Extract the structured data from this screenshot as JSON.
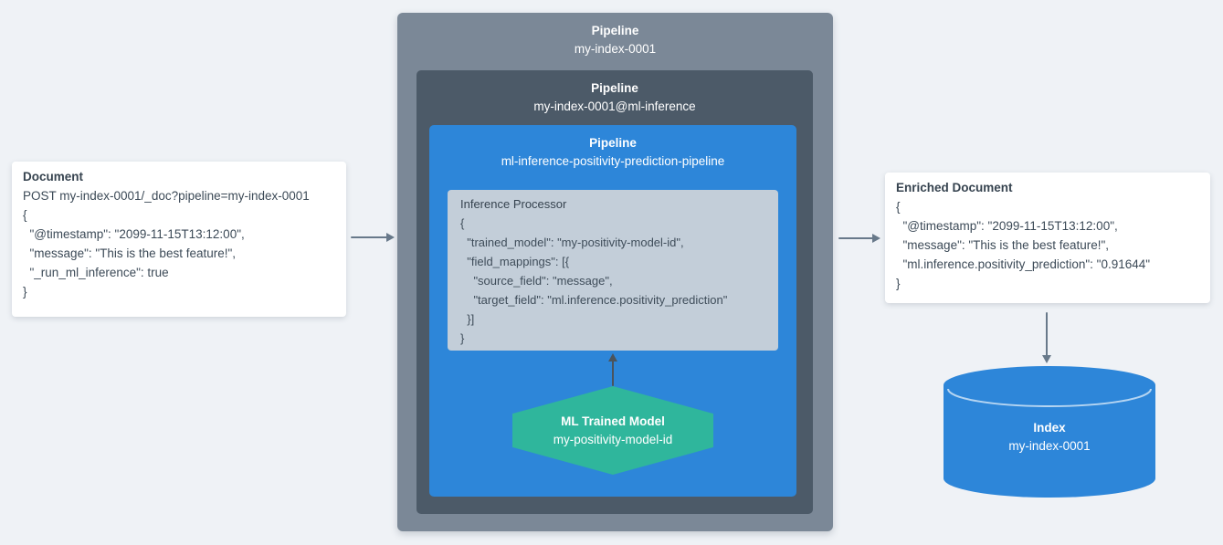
{
  "document_card": {
    "title": "Document",
    "code_lines": [
      "POST my-index-0001/_doc?pipeline=my-index-0001",
      "{",
      "  \"@timestamp\": \"2099-11-15T13:12:00\",",
      "  \"message\": \"This is the best feature!\",",
      "  \"_run_ml_inference\": true",
      "}"
    ]
  },
  "pipeline_outer": {
    "label": "Pipeline",
    "name": "my-index-0001"
  },
  "pipeline_ml_inference": {
    "label": "Pipeline",
    "name": "my-index-0001@ml-inference"
  },
  "pipeline_prediction": {
    "label": "Pipeline",
    "name": "ml-inference-positivity-prediction-pipeline"
  },
  "inference_processor": {
    "title": "Inference Processor",
    "code_lines": [
      "{",
      "  \"trained_model\": \"my-positivity-model-id\",",
      "  \"field_mappings\": [{",
      "    \"source_field\": \"message\",",
      "    \"target_field\": \"ml.inference.positivity_prediction\"",
      "  }]",
      "}"
    ]
  },
  "ml_trained_model": {
    "title": "ML Trained Model",
    "name": "my-positivity-model-id"
  },
  "enriched_document_card": {
    "title": "Enriched Document",
    "code_lines": [
      "{",
      "  \"@timestamp\": \"2099-11-15T13:12:00\",",
      "  \"message\": \"This is the best feature!\",",
      "  \"ml.inference.positivity_prediction\": \"0.91644\"",
      "}"
    ]
  },
  "index_store": {
    "title": "Index",
    "name": "my-index-0001"
  },
  "colors": {
    "background": "#eff2f6",
    "card_background": "#ffffff",
    "card_text": "#3c4a57",
    "pipeline_outer": "#7b8897",
    "pipeline_inner": "#4c5a68",
    "pipeline_blue": "#2d86d9",
    "processor_panel": "#c3ced9",
    "model_hexagon": "#2fb69c",
    "index_cylinder": "#2d86d9",
    "arrow": "#68798a",
    "arrow_dark": "#4b545c"
  }
}
